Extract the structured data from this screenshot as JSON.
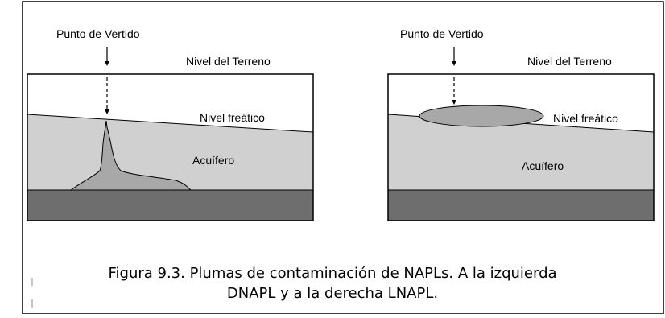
{
  "left_panel": {
    "point_label": "Punto de Vertido",
    "ground_label": "Nivel del Terreno",
    "water_table_label": "Nivel freático",
    "aquifer_label": "Acuífero"
  },
  "right_panel": {
    "point_label": "Punto de Vertido",
    "ground_label": "Nivel del Terreno",
    "water_table_label": "Nivel freático",
    "aquifer_label": "Acuífero"
  },
  "caption": {
    "line1": "Figura 9.3. Plumas de contaminación de NAPLs. A la izquierda",
    "line2": "DNAPL y a la derecha LNAPL."
  },
  "colors": {
    "aquifer": "#d0d0d0",
    "plume": "#a8a8a8",
    "bedrock": "#6e6e6e",
    "border": "#000000"
  }
}
